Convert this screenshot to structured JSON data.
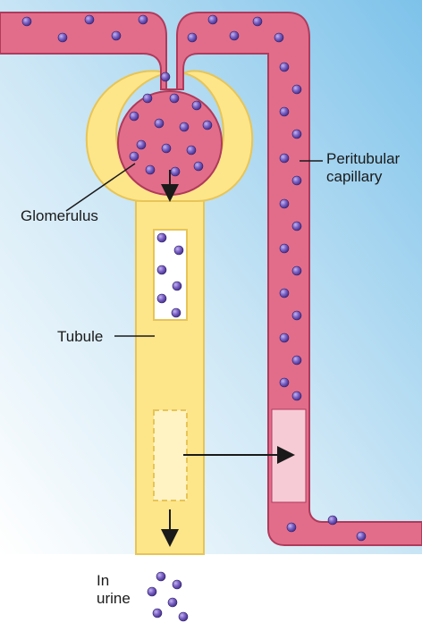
{
  "labels": {
    "peritubular_line1": "Peritubular",
    "peritubular_line2": "capillary",
    "glomerulus": "Glomerulus",
    "tubule": "Tubule",
    "urine_line1": "In",
    "urine_line2": "urine"
  },
  "colors": {
    "background_gradient_top": "#8cc9ec",
    "background_gradient_bottom": "#ffffff",
    "capillary_fill": "#e26d8b",
    "capillary_outline": "#b03a5b",
    "tubule_fill": "#fde58a",
    "tubule_outline": "#e7c556",
    "molecule": "#6f55b8",
    "transport_box": "#f6cbd5"
  }
}
